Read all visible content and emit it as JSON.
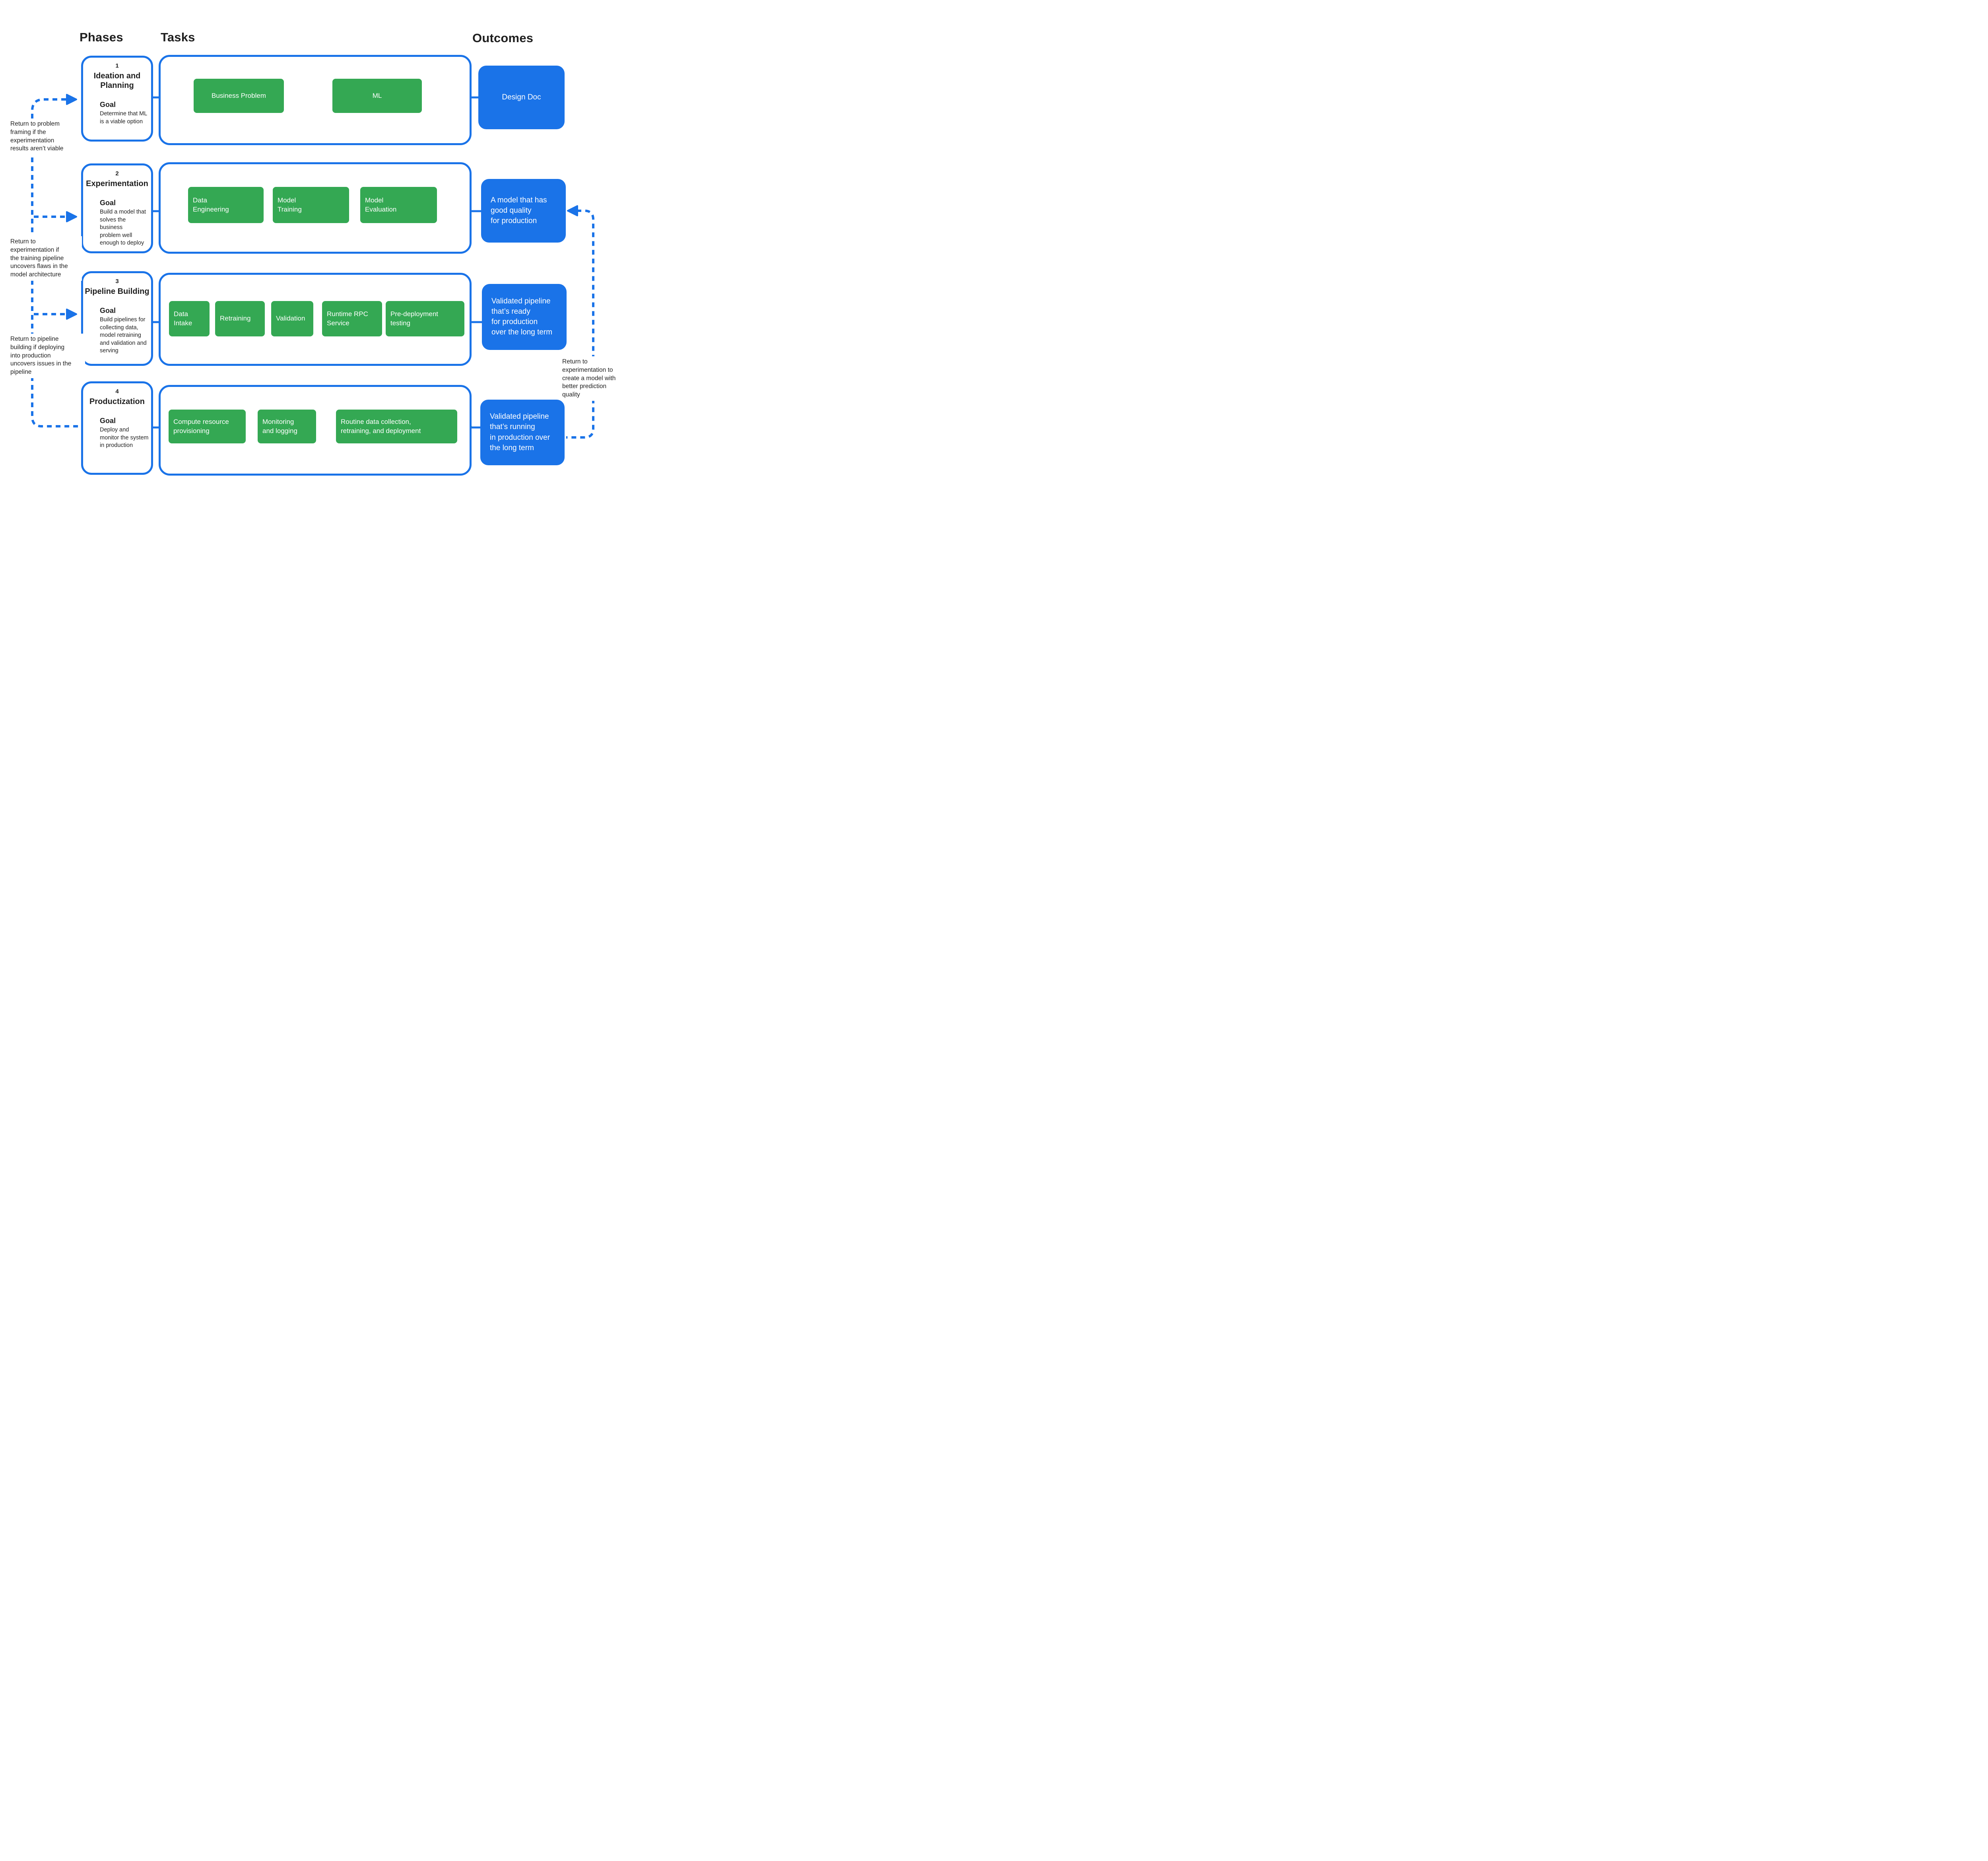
{
  "headers": {
    "phases": "Phases",
    "tasks": "Tasks",
    "outcomes": "Outcomes"
  },
  "colors": {
    "blue": "#1a73e8",
    "green": "#34a853",
    "text": "#1f1f1f"
  },
  "phases": [
    {
      "number": "1",
      "title": "Ideation and Planning",
      "goal_label": "Goal",
      "goal": "Determine that ML\nis a viable option"
    },
    {
      "number": "2",
      "title": "Experimentation",
      "goal_label": "Goal",
      "goal": "Build a model that\nsolves the business\nproblem well\nenough to deploy"
    },
    {
      "number": "3",
      "title": "Pipeline Building",
      "goal_label": "Goal",
      "goal": "Build pipelines for\ncollecting data,\nmodel retraining\nand validation and\nserving"
    },
    {
      "number": "4",
      "title": "Productization",
      "goal_label": "Goal",
      "goal": "Deploy and\nmonitor the system\nin production"
    }
  ],
  "task_rows": [
    {
      "tasks": [
        "Business Problem",
        "ML"
      ]
    },
    {
      "tasks": [
        "Data\nEngineering",
        "Model\nTraining",
        "Model\nEvaluation"
      ]
    },
    {
      "tasks": [
        "Data\nIntake",
        "Retraining",
        "Validation",
        "Runtime RPC\nService",
        "Pre-deployment\ntesting"
      ]
    },
    {
      "tasks": [
        "Compute resource\nprovisioning",
        "Monitoring\nand logging",
        "Routine data collection,\nretraining, and deployment"
      ]
    }
  ],
  "outcomes": [
    "Design Doc",
    "A model that has\ngood quality\nfor production",
    "Validated pipeline\nthat’s ready\nfor production\nover the long term",
    "Validated pipeline\nthat’s running\nin production over\nthe long term"
  ],
  "annotations": {
    "left": [
      "Return to problem\nframing if the\nexperimentation\nresults aren’t viable",
      "Return to\nexperimentation if\nthe training pipeline\nuncovers flaws in the\nmodel architecture",
      "Return to pipeline\nbuilding if deploying\ninto production\nuncovers issues in the\npipeline"
    ],
    "right": "Return to\nexperimentation to\ncreate a model with\nbetter prediction\nquality"
  }
}
